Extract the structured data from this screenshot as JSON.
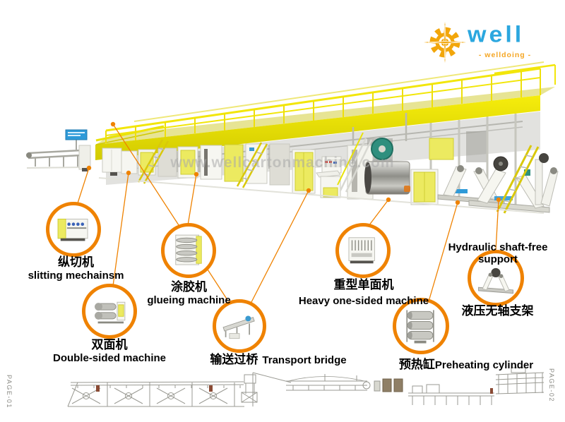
{
  "logo": {
    "brand": "well",
    "tagline": "- welldoing -",
    "icon": "gear-compass-icon"
  },
  "watermark": "www.wellcartonmachine.com",
  "pages": {
    "left": "PAGE-01",
    "right": "PAGE-02"
  },
  "callouts": [
    {
      "id": "slitting",
      "zh": "纵切机",
      "en": "slitting mechainsm"
    },
    {
      "id": "glueing",
      "zh": "涂胶机",
      "en": "glueing machine"
    },
    {
      "id": "double_sided",
      "zh": "双面机",
      "en": "Double-sided machine"
    },
    {
      "id": "transport_bridge",
      "zh": "输送过桥",
      "en": "Transport bridge"
    },
    {
      "id": "heavy_one_sided",
      "zh": "重型单面机",
      "en": "Heavy one-sided machine"
    },
    {
      "id": "hydraulic_support",
      "zh": "液压无轴支架",
      "en": "Hydraulic shaft-free support"
    },
    {
      "id": "preheating",
      "zh": "预热缸",
      "en": "Preheating cylinder"
    }
  ],
  "colors": {
    "accent_orange": "#EF8200",
    "platform_yellow": "#F2E60A",
    "logo_blue": "#2BA7DF",
    "logo_orange": "#F2A60A"
  }
}
